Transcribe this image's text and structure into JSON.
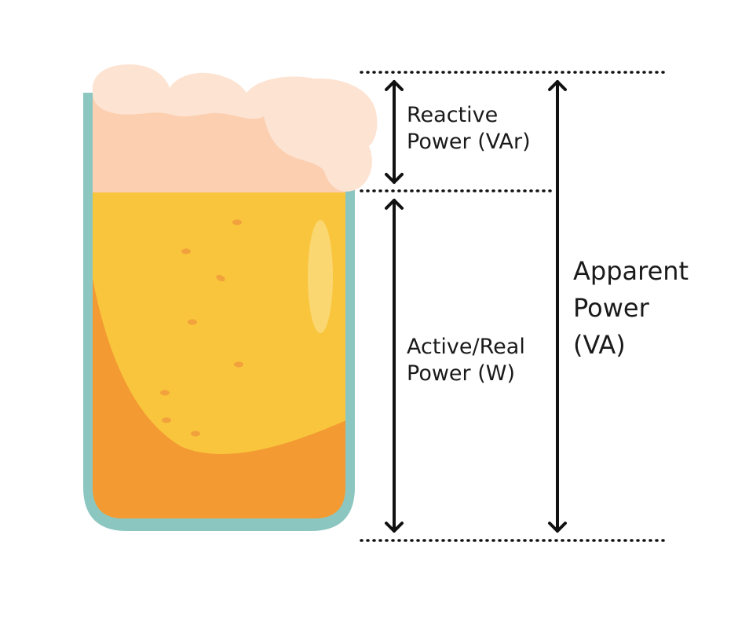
{
  "labels": {
    "reactive": {
      "line1": "Reactive",
      "line2": "Power (VAr)"
    },
    "active": {
      "line1": "Active/Real",
      "line2": "Power (W)"
    },
    "apparent": {
      "line1": "Apparent",
      "line2": "Power",
      "line3": "(VA)"
    }
  },
  "colors": {
    "glass": "#8cc6c1",
    "foam": "#fbcfb0",
    "foam_top": "#fde3d2",
    "beer_light": "#f9c53c",
    "beer_dark": "#f39a33",
    "bubble": "#f2a23c",
    "lines": "#111111"
  }
}
